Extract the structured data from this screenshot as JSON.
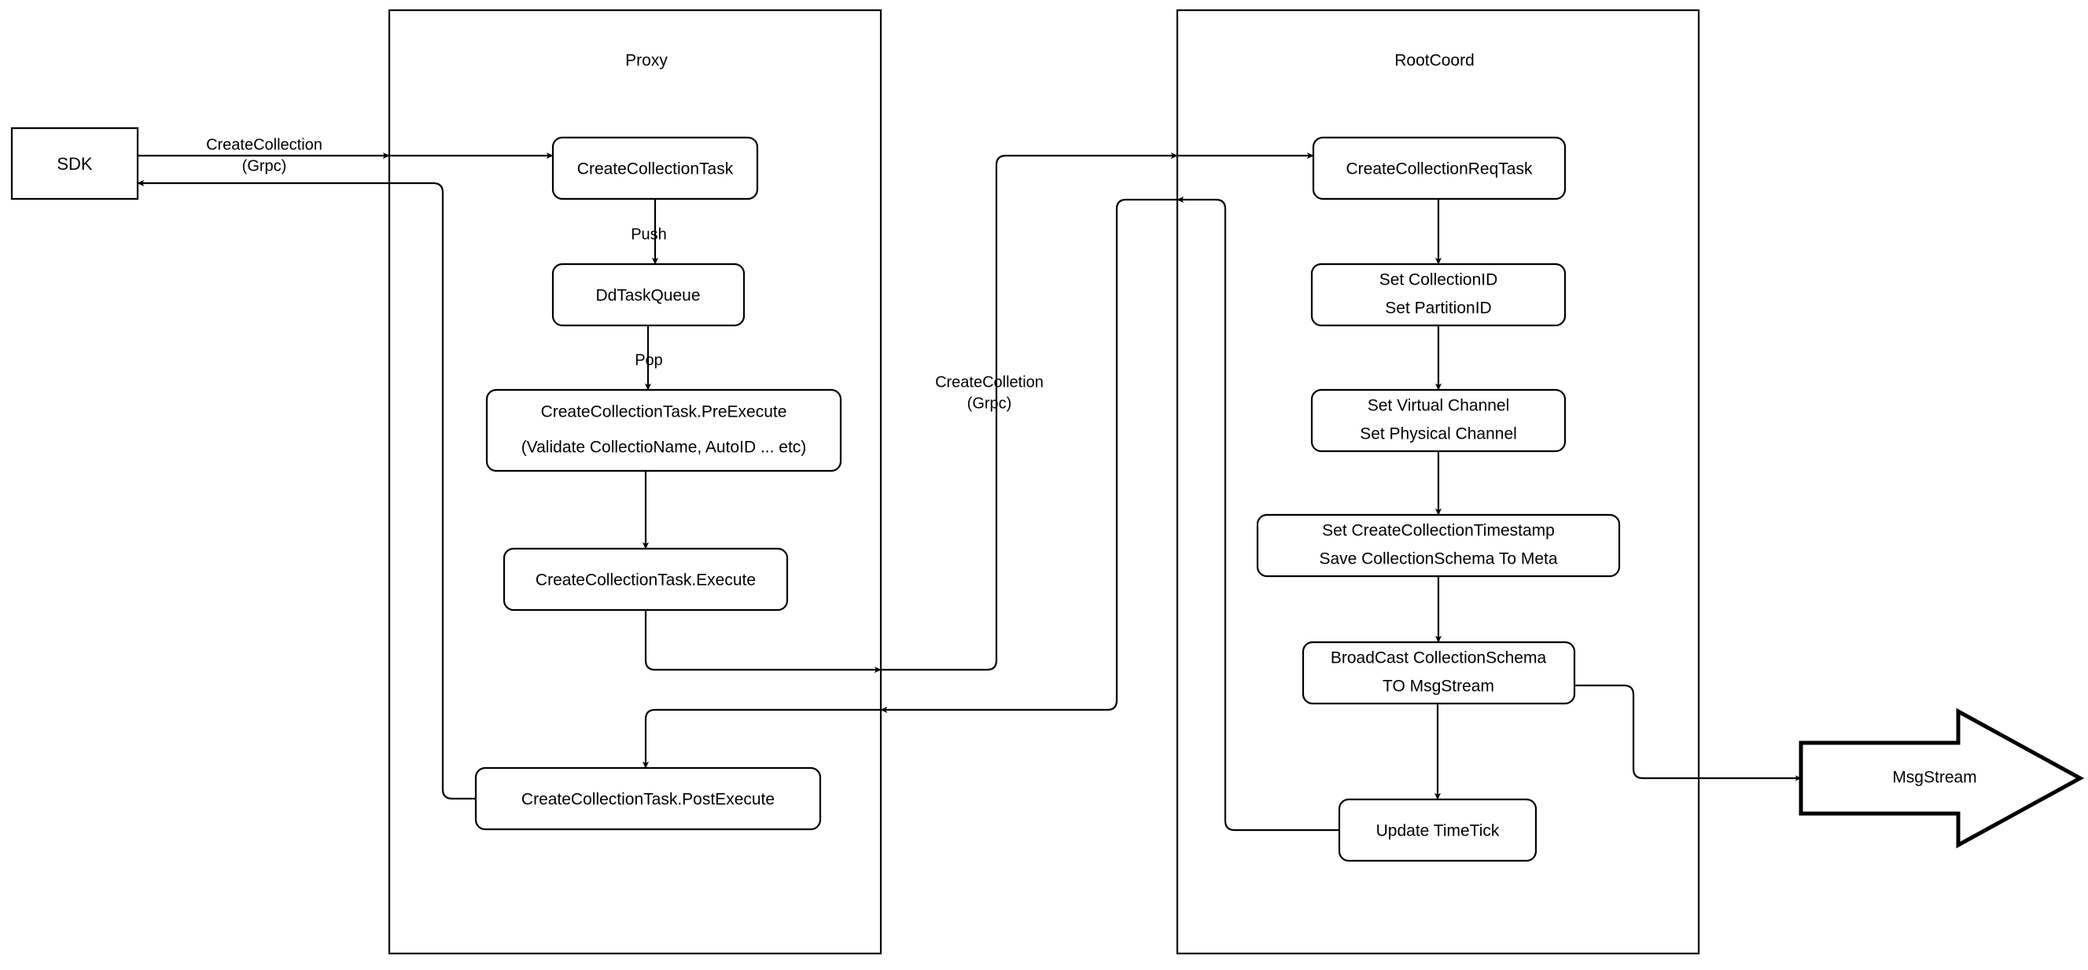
{
  "diagram": {
    "title": "CreateCollection flow (Proxy / RootCoord)",
    "background": "#ffffff",
    "stroke_color": "#000000",
    "fill_color": "#ffffff"
  },
  "containers": [
    {
      "id": "proxy",
      "label": "Proxy"
    },
    {
      "id": "rootcoord",
      "label": "RootCoord"
    }
  ],
  "external": {
    "sdk": {
      "label": "SDK"
    },
    "msgstream": {
      "label": "MsgStream"
    }
  },
  "proxy_nodes": [
    {
      "id": "create-collection-task",
      "label": "CreateCollectionTask"
    },
    {
      "id": "dd-task-queue",
      "label": "DdTaskQueue"
    },
    {
      "id": "pre-execute",
      "line1": "CreateCollectionTask.PreExecute",
      "line2": "(Validate CollectioName, AutoID ... etc)"
    },
    {
      "id": "execute",
      "label": "CreateCollectionTask.Execute"
    },
    {
      "id": "post-execute",
      "label": "CreateCollectionTask.PostExecute"
    }
  ],
  "rootcoord_nodes": [
    {
      "id": "create-collection-req-task",
      "label": "CreateCollectionReqTask"
    },
    {
      "id": "set-ids",
      "line1": "Set CollectionID",
      "line2": "Set PartitionID"
    },
    {
      "id": "set-channels",
      "line1": "Set Virtual Channel",
      "line2": "Set Physical Channel"
    },
    {
      "id": "set-timestamp",
      "line1": "Set CreateCollectionTimestamp",
      "line2": "Save CollectionSchema To Meta"
    },
    {
      "id": "broadcast",
      "line1": "BroadCast CollectionSchema",
      "line2": "TO MsgStream"
    },
    {
      "id": "update-timetick",
      "label": "Update TimeTick"
    }
  ],
  "edge_labels": {
    "sdk_to_proxy_line1": "CreateCollection",
    "sdk_to_proxy_line2": "(Grpc)",
    "push": "Push",
    "pop": "Pop",
    "proxy_to_rootcoord_line1": "CreateColletion",
    "proxy_to_rootcoord_line2": "(Grpc)"
  }
}
